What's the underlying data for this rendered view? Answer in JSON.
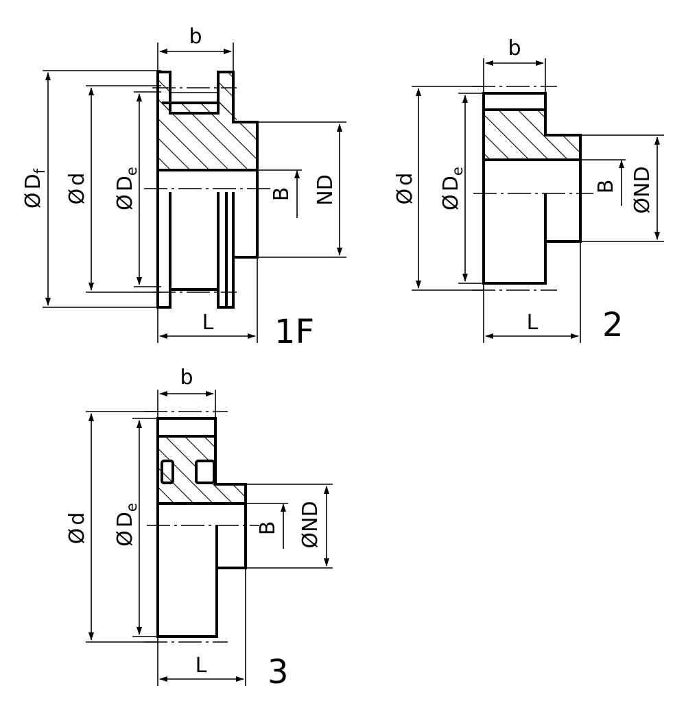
{
  "variants": [
    {
      "id": "1F",
      "label": "1F",
      "dims": {
        "b": "b",
        "Df": "D",
        "Df_sub": "f",
        "d": "d",
        "De": "D",
        "De_sub": "e",
        "B": "B",
        "ND": "ND",
        "L": "L"
      }
    },
    {
      "id": "2",
      "label": "2",
      "dims": {
        "b": "b",
        "d": "d",
        "De": "D",
        "De_sub": "e",
        "B": "B",
        "ND": "ND",
        "L": "L"
      }
    },
    {
      "id": "3",
      "label": "3",
      "dims": {
        "b": "b",
        "d": "d",
        "De": "D",
        "De_sub": "e",
        "B": "B",
        "ND": "ND",
        "L": "L"
      }
    }
  ],
  "symbols": {
    "diameter": "Ø"
  }
}
